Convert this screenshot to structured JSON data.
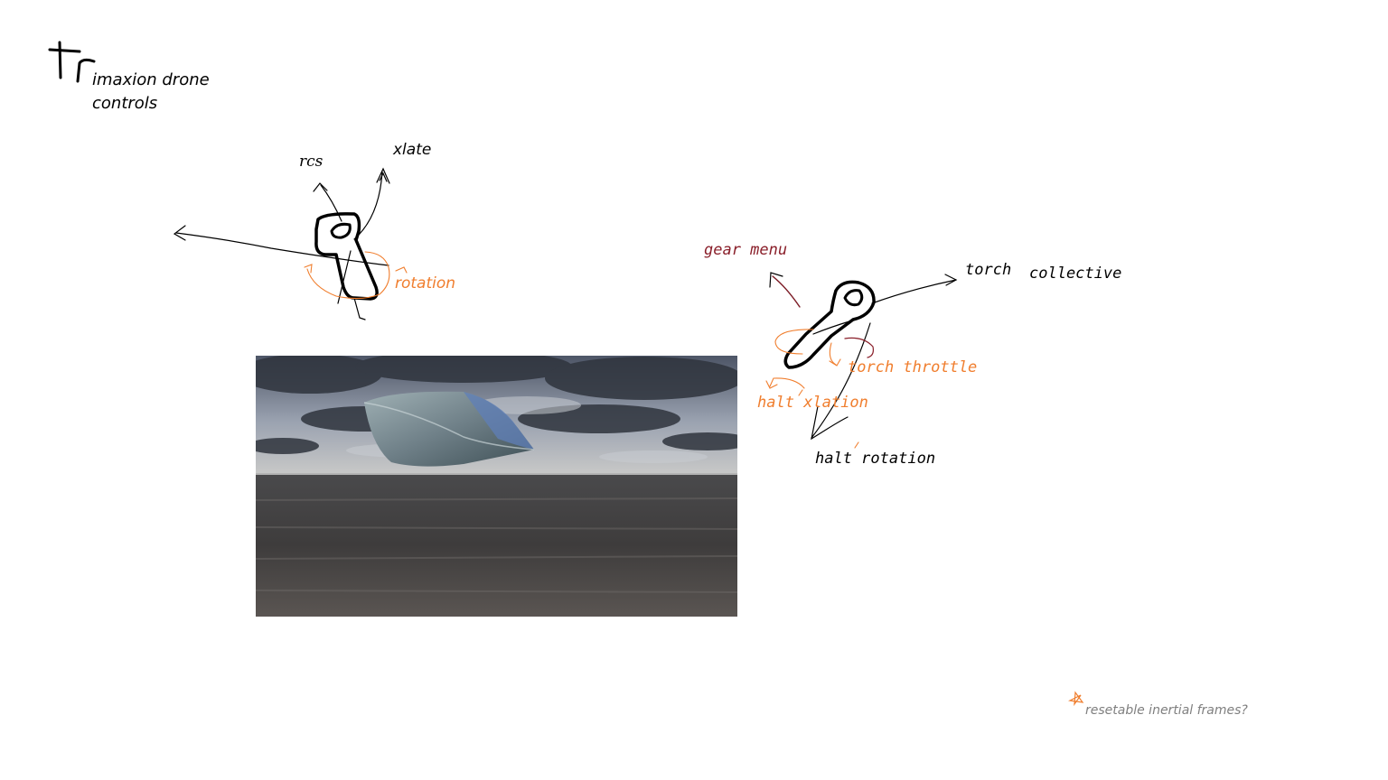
{
  "title": {
    "line1": "imaxion drone",
    "line2": "controls"
  },
  "left_stick": {
    "label_rcs": "rcs",
    "label_xlate": "xlate",
    "label_rotation": "rotation"
  },
  "right_stick": {
    "label_gear_menu": "gear menu",
    "label_torch": "torch",
    "label_collective": "collective",
    "label_torch_throttle": "torch throttle",
    "label_halt_xlation": "halt xlation",
    "label_halt_rotation": "halt rotation"
  },
  "note": {
    "text": "resetable inertial frames?"
  },
  "colors": {
    "ink": "#000000",
    "orange": "#f07e2e",
    "maroon": "#8a1f2a",
    "gray": "#7f7f7f"
  }
}
